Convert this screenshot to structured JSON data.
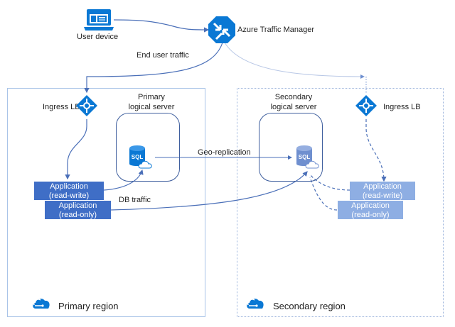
{
  "nodes": {
    "user_device": {
      "label": "User device"
    },
    "traffic_manager": {
      "label": "Azure Traffic Manager"
    },
    "end_user_traffic": {
      "label": "End user traffic"
    },
    "primary": {
      "region_label": "Primary region",
      "ingress_lb": "Ingress LB",
      "server_label_line1": "Primary",
      "server_label_line2": "logical server",
      "sql_label": "SQL",
      "app_rw_line1": "Application",
      "app_rw_line2": "(read-write)",
      "app_ro_line1": "Application",
      "app_ro_line2": "(read-only)"
    },
    "secondary": {
      "region_label": "Secondary region",
      "ingress_lb": "Ingress LB",
      "server_label_line1": "Secondary",
      "server_label_line2": "logical server",
      "sql_label": "SQL",
      "app_rw_line1": "Application",
      "app_rw_line2": "(read-write)",
      "app_ro_line1": "Application",
      "app_ro_line2": "(read-only)"
    }
  },
  "edges": {
    "geo_replication": "Geo-replication",
    "db_traffic": "DB traffic"
  },
  "colors": {
    "azure_blue": "#0a78d4",
    "primary_app": "#3f6ec6",
    "secondary_app": "#8eaee3",
    "arrow": "#4a6fb8"
  }
}
